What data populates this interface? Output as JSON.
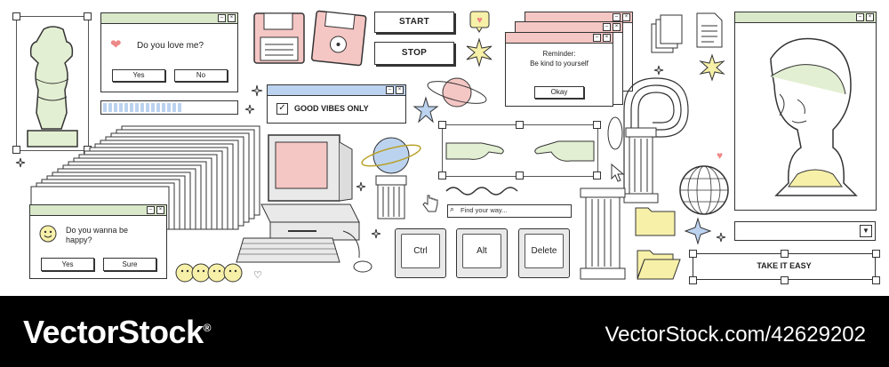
{
  "love_dialog": {
    "question": "Do you love me?",
    "yes_label": "Yes",
    "no_label": "No"
  },
  "good_vibes": {
    "label": "GOOD VIBES ONLY"
  },
  "controls": {
    "start_label": "START",
    "stop_label": "STOP"
  },
  "reminder": {
    "line1": "Reminder:",
    "line2": "Be kind to yourself",
    "ok_label": "Okay"
  },
  "happy_dialog": {
    "question_line1": "Do you wanna be",
    "question_line2": "happy?",
    "yes_label": "Yes",
    "sure_label": "Sure"
  },
  "search": {
    "placeholder": "Find your way..."
  },
  "keys": {
    "ctrl": "Ctrl",
    "alt": "Alt",
    "delete": "Delete"
  },
  "take_it_easy": {
    "label": "TAKE IT EASY"
  },
  "footer": {
    "brand": "VectorStock",
    "registered": "®",
    "image_id": "VectorStock.com/42629202"
  },
  "colors": {
    "green": "#d9e8c8",
    "pink": "#f4c6c4",
    "blue": "#bcd3f0",
    "yellow": "#f7f0a8"
  },
  "loading_progress": 0.6
}
